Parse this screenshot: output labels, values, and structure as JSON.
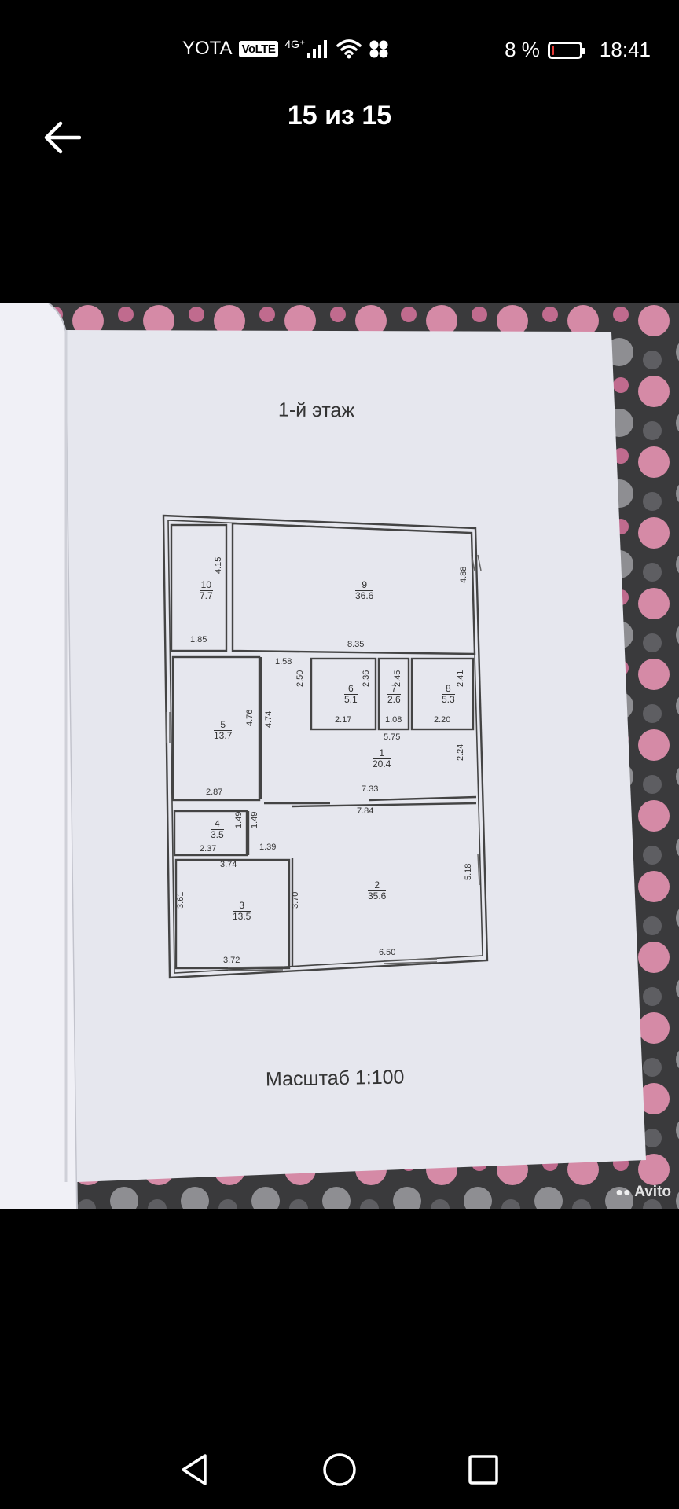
{
  "status_bar": {
    "carrier": "YOTA",
    "volte_badge": "VoLTE",
    "network": "4G⁺",
    "battery_text": "8 %",
    "battery_level": 0.08,
    "time": "18:41"
  },
  "header": {
    "title": "15 из 15"
  },
  "photo": {
    "floor_title": "1-й этаж",
    "scale_label": "Масштаб 1:100",
    "watermark": "Avito",
    "rooms": [
      {
        "id": "r10",
        "number": "10",
        "area": "7.7"
      },
      {
        "id": "r9",
        "number": "9",
        "area": "36.6"
      },
      {
        "id": "r5",
        "number": "5",
        "area": "13.7"
      },
      {
        "id": "r6",
        "number": "6",
        "area": "5.1"
      },
      {
        "id": "r7",
        "number": "7",
        "area": "2.6"
      },
      {
        "id": "r8",
        "number": "8",
        "area": "5.3"
      },
      {
        "id": "r1",
        "number": "1",
        "area": "20.4"
      },
      {
        "id": "r4",
        "number": "4",
        "area": "3.5"
      },
      {
        "id": "r3",
        "number": "3",
        "area": "13.5"
      },
      {
        "id": "r2",
        "number": "2",
        "area": "35.6"
      }
    ],
    "dimensions": [
      "4.15",
      "1.85",
      "8.35",
      "4.88",
      "1.58",
      "2.50",
      "2.36",
      "2.45",
      "2.41",
      "4.76",
      "4.74",
      "2.17",
      "1.08",
      "2.20",
      "5.75",
      "2.24",
      "2.87",
      "7.33",
      "7.84",
      "1.49",
      "1.49",
      "1.39",
      "2.37",
      "3.74",
      "5.18",
      "3.61",
      "3.70",
      "3.72",
      "6.50"
    ]
  },
  "colors": {
    "background": "#000000",
    "paper": "#e6e7ee",
    "battery_low": "#e53935"
  },
  "nav": {
    "back_icon": "triangle-back-icon",
    "home_icon": "circle-home-icon",
    "recents_icon": "square-recents-icon"
  }
}
